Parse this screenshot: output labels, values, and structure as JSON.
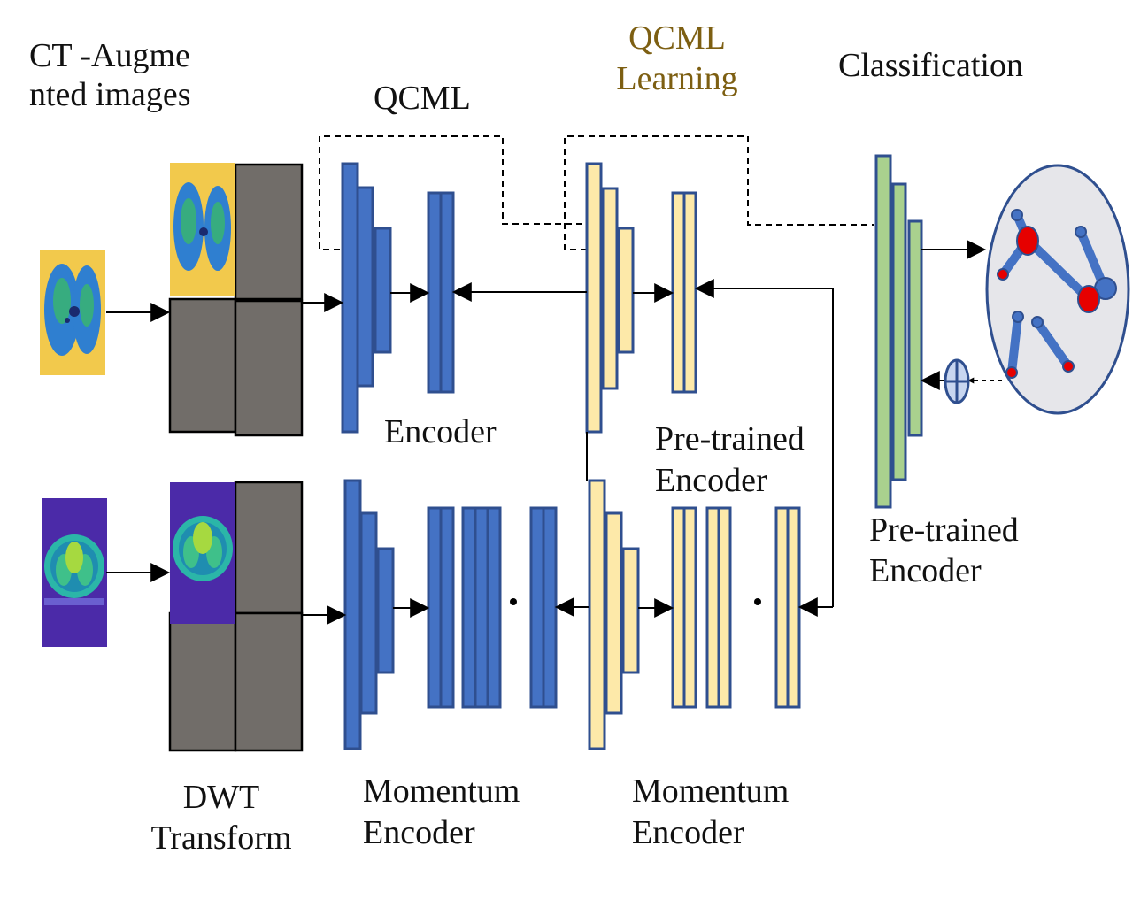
{
  "labels": {
    "ct_line1": "CT -Augme",
    "ct_line2": "nted images",
    "qcml": "QCML",
    "qcml_learning_line1": "QCML",
    "qcml_learning_line2": "Learning",
    "classification": "Classification",
    "encoder": "Encoder",
    "pretrained_mid_line1": "Pre-trained",
    "pretrained_mid_line2": "Encoder",
    "pretrained_right_line1": "Pre-trained",
    "pretrained_right_line2": "Encoder",
    "dwt_line1": "DWT",
    "dwt_line2": "Transform",
    "momentum1_line1": "Momentum",
    "momentum1_line2": "Encoder",
    "momentum2_line1": "Momentum",
    "momentum2_line2": "Encoder"
  },
  "colors": {
    "encoder_blue": "#4472c4",
    "encoder_border": "#2f4f8f",
    "pretrained_yellow": "#fde9a9",
    "classifier_green": "#a9d18e",
    "dwt_gray": "#716d69",
    "graph_bg": "#e6e6ea",
    "node_red": "#e60000",
    "label_gold": "#7d5f12"
  }
}
